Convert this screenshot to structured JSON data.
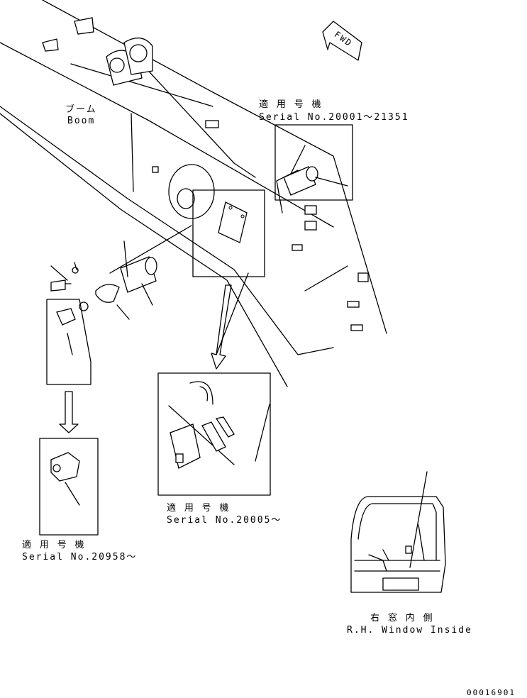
{
  "labels": {
    "boom_jp": "ブーム",
    "boom_en": "Boom",
    "top_applicable_jp": "適 用 号 機",
    "top_serial": "Serial No.20001～21351",
    "mid_applicable_jp": "適 用 号 機",
    "mid_serial": "Serial No.20005～",
    "left_applicable_jp": "適 用 号 機",
    "left_serial": "Serial No.20958～",
    "window_jp": "右 窓 内 側",
    "window_en": "R.H. Window Inside",
    "fwd": "FWD",
    "drawing_number": "00016901"
  }
}
